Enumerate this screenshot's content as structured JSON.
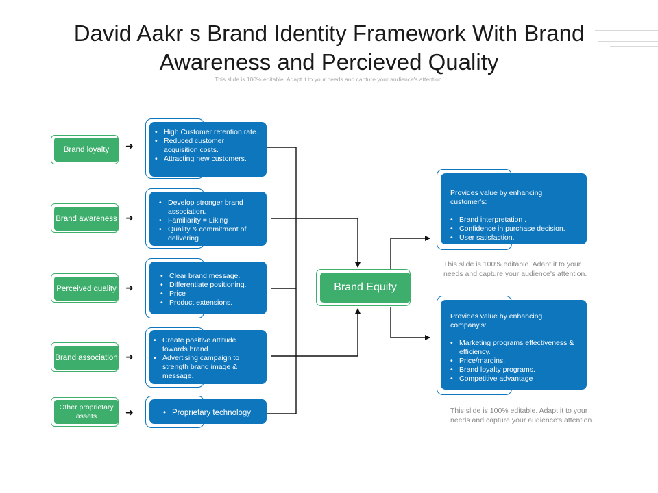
{
  "title": "David Aakr s Brand Identity Framework With Brand Awareness and Percieved Quality",
  "subtitle": "This slide is 100% editable. Adapt it to your needs and capture your audience's attention.",
  "colors": {
    "green": "#3dae6b",
    "blue": "#0d76bd",
    "line": "#111111"
  },
  "left_items": [
    {
      "label": "Brand loyalty",
      "bullets": [
        "High Customer retention rate.",
        "Reduced customer acquisition costs.",
        "Attracting new customers."
      ]
    },
    {
      "label": "Brand awareness",
      "bullets": [
        "Develop stronger brand association.",
        "Familiarity  = Liking",
        "Quality & commitment of delivering"
      ]
    },
    {
      "label": "Perceived quality",
      "bullets": [
        "Clear brand message.",
        "Differentiate positioning.",
        "Price",
        "Product extensions."
      ]
    },
    {
      "label": "Brand association",
      "bullets": [
        "Create positive attitude towards brand.",
        "Advertising  campaign to strength brand image & message."
      ]
    },
    {
      "label": "Other proprietary assets",
      "bullets": [
        "Proprietary technology"
      ]
    }
  ],
  "center": {
    "label": "Brand Equity"
  },
  "right_items": [
    {
      "intro": "Provides value by enhancing customer's:",
      "bullets": [
        "Brand interpretation  .",
        "Confidence in purchase decision.",
        "User satisfaction."
      ],
      "note": "This slide is 100% editable. Adapt it to your needs and capture your audience's attention."
    },
    {
      "intro": "Provides value by enhancing company's:",
      "bullets": [
        "Marketing programs effectiveness & efficiency.",
        "Price/margins.",
        "Brand loyalty programs.",
        "Competitive advantage"
      ],
      "note": "This slide is 100% editable. Adapt it to your needs and capture your audience's attention."
    }
  ]
}
